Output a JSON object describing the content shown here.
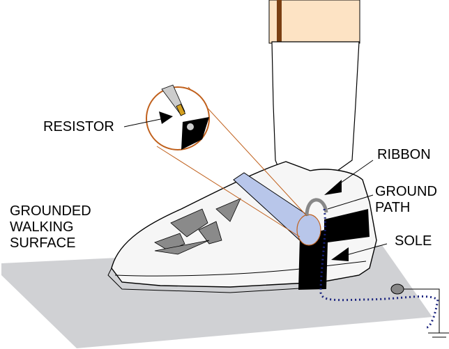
{
  "labels": {
    "resistor": "RESISTOR",
    "ribbon": "RIBBON",
    "ground_path_1": "GROUND",
    "ground_path_2": "PATH",
    "sole": "SOLE",
    "surface_1": "GROUNDED",
    "surface_2": "WALKING",
    "surface_3": "SURFACE"
  },
  "colors": {
    "floor": "#d0d1d4",
    "skin": "#fde3c4",
    "stripe": "#7a3f12",
    "ribbon": "#b8c6ea",
    "magnifier": "#c0601c",
    "ground_path": "#1a237e",
    "strap": "#000000"
  }
}
